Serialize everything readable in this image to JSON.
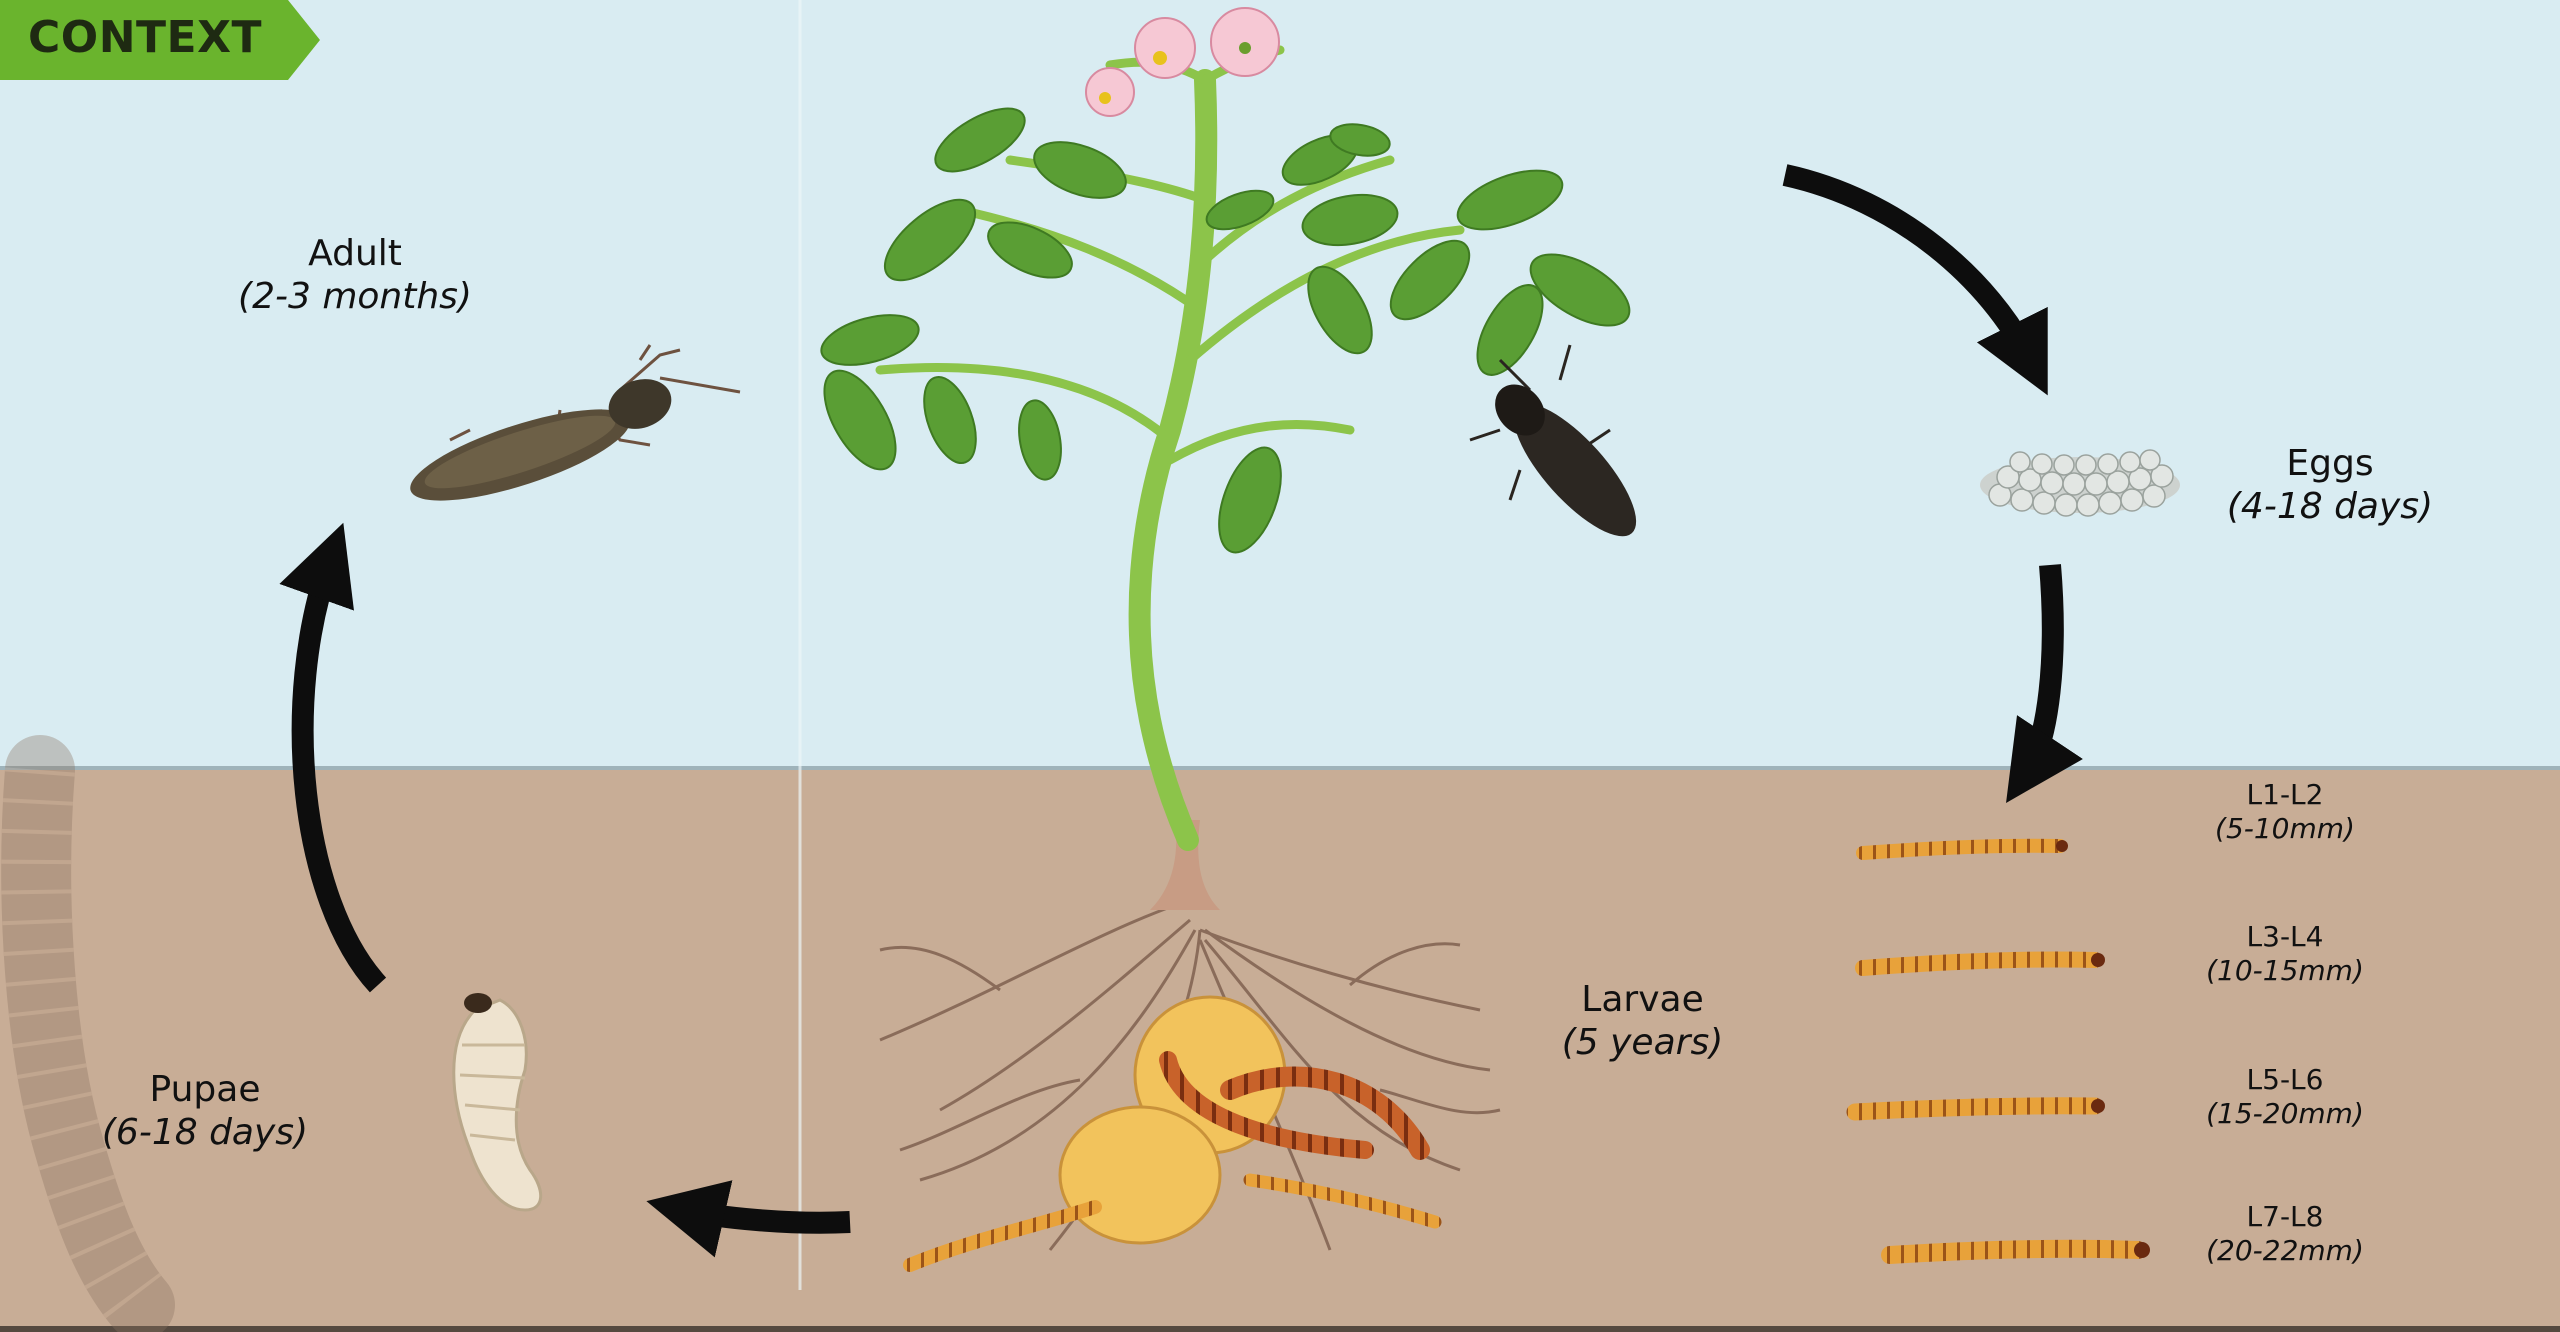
{
  "tag": {
    "label": "CONTEXT",
    "color": "#6ab42d"
  },
  "colors": {
    "sky": "#d9ecf2",
    "soil": "#c8ad96",
    "arrow": "#0d0d0d",
    "stem": "#8cc44a",
    "leaf": "#5a9e34",
    "tuber": "#f2c35c",
    "larva": "#e79a32"
  },
  "stages": {
    "adult": {
      "name": "Adult",
      "duration": "(2-3 months)"
    },
    "eggs": {
      "name": "Eggs",
      "duration": "(4-18 days)"
    },
    "larvae": {
      "name": "Larvae",
      "duration": "(5 years)"
    },
    "pupae": {
      "name": "Pupae",
      "duration": "(6-18 days)"
    }
  },
  "instars": [
    {
      "name": "L1-L2",
      "size": "(5-10mm)"
    },
    {
      "name": "L3-L4",
      "size": "(10-15mm)"
    },
    {
      "name": "L5-L6",
      "size": "(15-20mm)"
    },
    {
      "name": "L7-L8",
      "size": "(20-22mm)"
    }
  ]
}
